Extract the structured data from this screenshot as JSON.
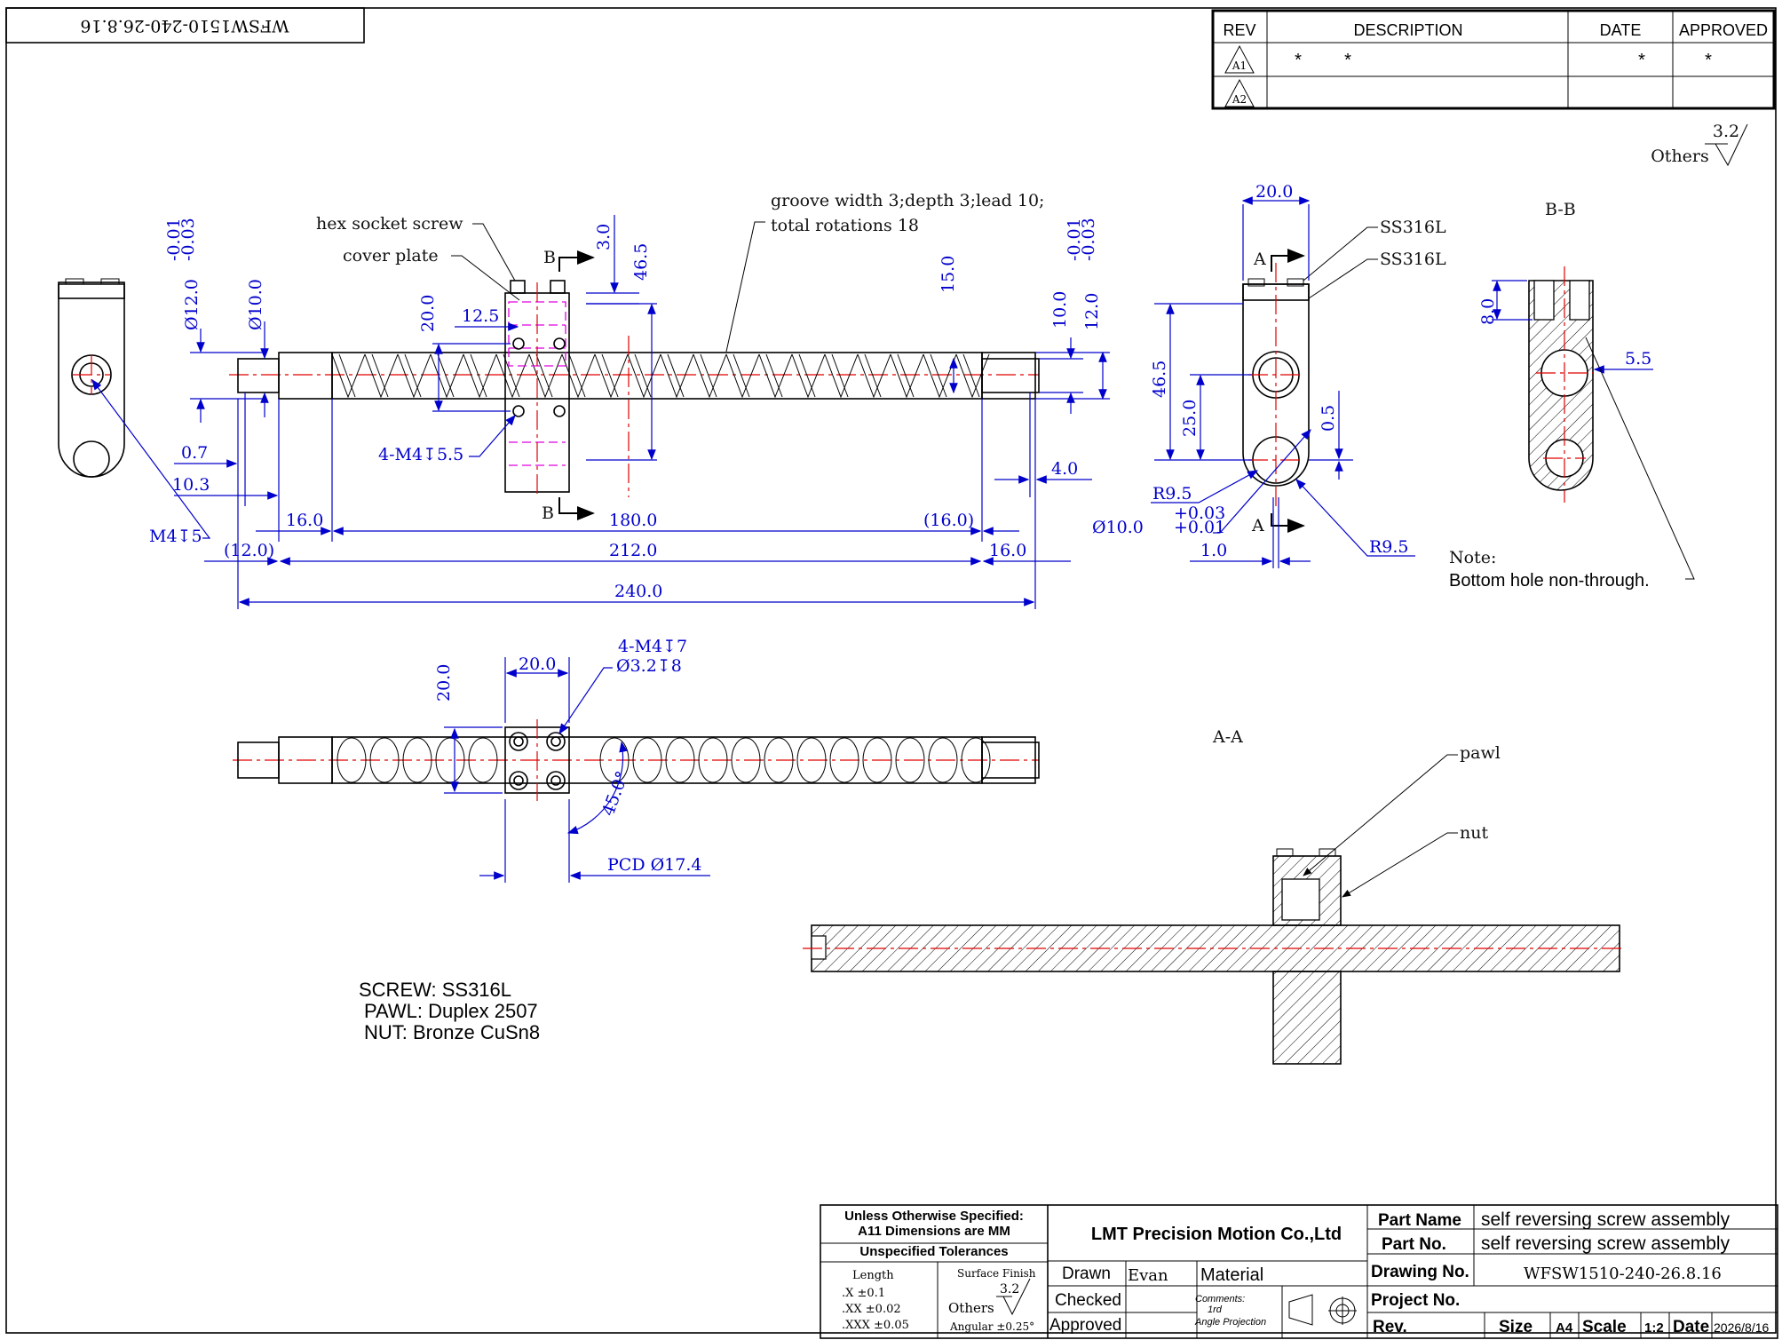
{
  "drawing_number_mirror": "WFSW1510-240-26.8.16",
  "revision_table": {
    "headers": [
      "REV",
      "DESCRIPTION",
      "DATE",
      "APPROVED"
    ],
    "rows": [
      {
        "rev": "A1",
        "desc1": "*",
        "desc2": "*",
        "date": "*",
        "approved": "*"
      },
      {
        "rev": "A2",
        "desc1": "",
        "desc2": "",
        "date": "",
        "approved": ""
      }
    ]
  },
  "surface_finish": {
    "value": "3.2",
    "label": "Others"
  },
  "annotations": {
    "hex_socket_screw": "hex socket screw",
    "cover_plate": "cover plate",
    "groove": "groove width 3;depth 3;lead 10;",
    "rotations": "total rotations 18",
    "holes_top": "4-M4↧5.5",
    "m4": "M4↧5",
    "section_b": "B",
    "section_a": "A",
    "ss316l_1": "SS316L",
    "ss316l_2": "SS316L",
    "bb_title": "B-B",
    "aa_title": "A-A",
    "note_label": "Note:",
    "note_text": "Bottom hole non-through.",
    "pawl": "pawl",
    "nut": "nut",
    "holes_plan1": "4-M4↧7",
    "holes_plan2": "Ø3.2↧8",
    "pcd": "PCD  Ø17.4"
  },
  "dimensions": {
    "d12": "Ø12.0",
    "d12_tol_up": "-0.01",
    "d12_tol_dn": "-0.03",
    "d10": "Ø10.0",
    "d3": "3.0",
    "d46_5": "46.5",
    "d20": "20.0",
    "d12_5": "12.5",
    "d15": "15.0",
    "d10r": "10.0",
    "d12r": "12.0",
    "d12r_tol_up": "-0.01",
    "d12r_tol_dn": "-0.03",
    "d0_7": "0.7",
    "d10_3": "10.3",
    "d16a": "16.0",
    "d180": "180.0",
    "d16b": "(16.0)",
    "d12c": "(12.0)",
    "d212": "212.0",
    "d16c": "16.0",
    "d4": "4.0",
    "d240": "240.0",
    "side_20": "20.0",
    "side_46_5": "46.5",
    "side_25": "25.0",
    "side_0_5": "0.5",
    "side_r9_5a": "R9.5",
    "side_d10": "Ø10.0",
    "side_d10_up": "+0.03",
    "side_d10_dn": "+0.01",
    "side_r9_5b": "R9.5",
    "side_1": "1.0",
    "bb_8": "8.0",
    "bb_5_5": "5.5",
    "plan_20h": "20.0",
    "plan_20v": "20.0",
    "plan_45": "45.0°"
  },
  "materials": [
    "SCREW: SS316L",
    "PAWL: Duplex 2507",
    "NUT: Bronze CuSn8"
  ],
  "title_block": {
    "spec1": "Unless Otherwise Specified:",
    "spec2": "A11 Dimensions are MM",
    "spec3": "Unspecified Tolerances",
    "length": "Length",
    "tol_x": ".X     ±0.1",
    "tol_xx": ".XX   ±0.02",
    "tol_xxx": ".XXX  ±0.05",
    "sf_label": "Surface Finish",
    "sf_value": "3.2",
    "sf_others": "Others",
    "angular": "Angular  ±0.25°",
    "company": "LMT Precision Motion Co.,Ltd",
    "drawn": "Drawn",
    "drawn_by": "Evan",
    "checked": "Checked",
    "approved": "Approved",
    "material": "Material",
    "comments": "Comments:",
    "comments2": "1rd",
    "comments3": "Angle Projection",
    "part_name_label": "Part Name",
    "part_name": "self reversing screw assembly",
    "part_no_label": "Part No.",
    "part_no": "self reversing screw assembly",
    "drawing_no_label": "Drawing No.",
    "drawing_no": "WFSW1510-240-26.8.16",
    "project_no_label": "Project No.",
    "rev_label": "Rev.",
    "size_label": "Size",
    "size": "A4",
    "scale_label": "Scale",
    "scale": "1:2",
    "date_label": "Date",
    "date": "2026/8/16"
  }
}
